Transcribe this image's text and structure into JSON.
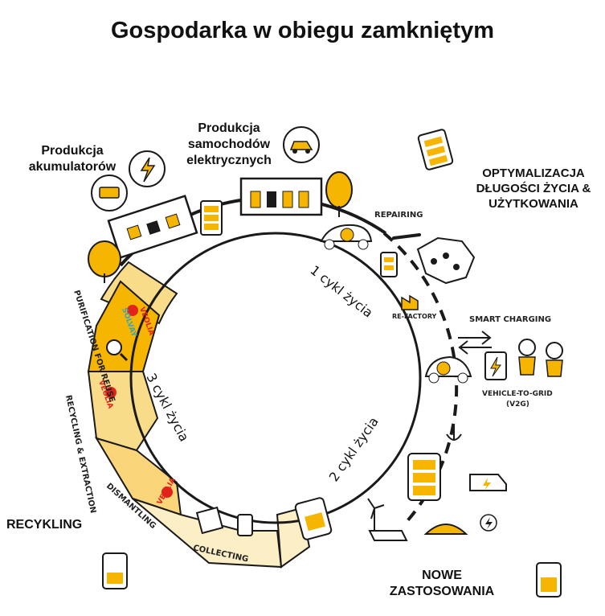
{
  "title": "Gospodarka w obiegu zamkniętym",
  "labels": {
    "produkcja_akumulatorow": "Produkcja akumulatorów",
    "produkcja_samochodow": "Produkcja samochodów elektrycznych",
    "optymalizacja": "OPTYMALIZACJA DŁUGOŚCI ŻYCIA & UŻYTKOWANIA",
    "recykling": "RECYKLING",
    "nowe_zastosowania": "NOWE ZASTOSOWANIA"
  },
  "cycles": {
    "first": "1 cykl życia",
    "second": "2 cykl życia",
    "third": "3 cykl życia"
  },
  "steps": {
    "repairing": "REPAIRING",
    "refactory": "RE-FACTORY",
    "smart_charging": "SMART CHARGING",
    "v2g_line1": "VEHICLE-TO-GRID",
    "v2g_line2": "(V2G)",
    "purification": "PURIFICATION FOR REUSE",
    "recycling_extraction": "RECYCLING & EXTRACTION",
    "dismantling": "DISMANTLING",
    "collecting": "COLLECTING"
  },
  "logos": {
    "veolia": "VEOLIA",
    "solvay": "SOLVAY"
  },
  "colors": {
    "accent_yellow": "#f5b500",
    "light_yellow": "#f9dc8a",
    "pale_yellow": "#fcefc6",
    "ink": "#1a1a1a",
    "logo_red": "#e2231a",
    "logo_teal": "#3aa6b9"
  },
  "icons": [
    "lightning-icon",
    "car-icon",
    "battery-icon",
    "tree-icon",
    "factory-icon",
    "wrench-icon",
    "europe-map-icon",
    "charging-station-icon",
    "people-icon",
    "anchor-icon",
    "wind-turbine-icon",
    "solar-panel-icon",
    "island-icon",
    "van-icon",
    "magnifier-icon",
    "box-icon"
  ]
}
